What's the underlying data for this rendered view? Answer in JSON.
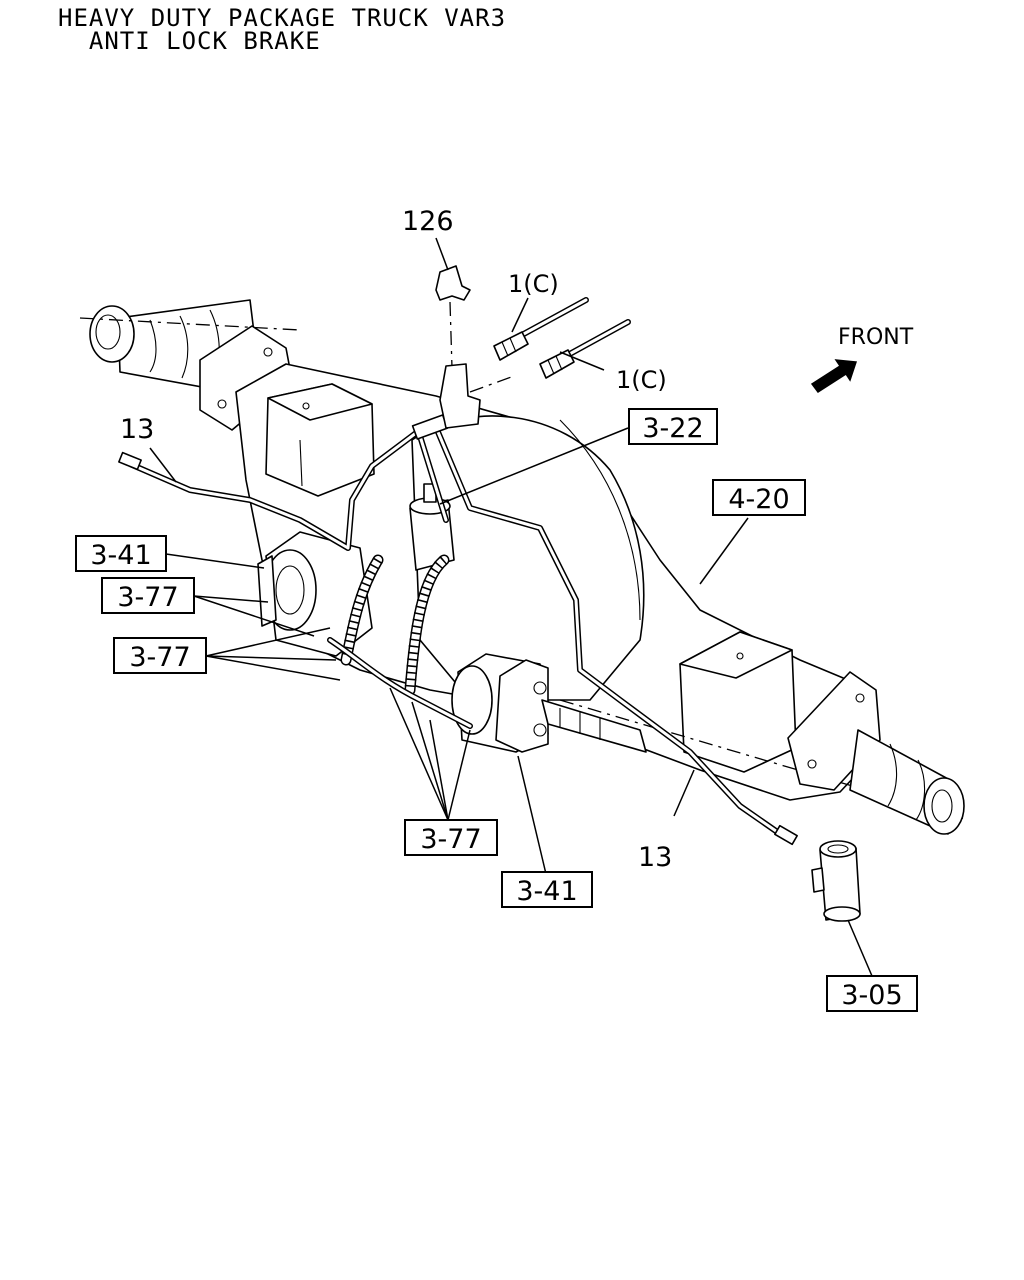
{
  "title_line1": "HEAVY DUTY PACKAGE TRUCK VAR3",
  "title_line2": "  ANTI LOCK BRAKE",
  "front_label": "FRONT",
  "callouts": [
    {
      "id": "c126",
      "text": "126",
      "boxed": false
    },
    {
      "id": "c1c_a",
      "text": "1(C)",
      "boxed": false
    },
    {
      "id": "c1c_b",
      "text": "1(C)",
      "boxed": false
    },
    {
      "id": "c13_a",
      "text": "13",
      "boxed": false
    },
    {
      "id": "c13_b",
      "text": "13",
      "boxed": false
    },
    {
      "id": "c322",
      "text": "3-22",
      "boxed": true
    },
    {
      "id": "c420",
      "text": "4-20",
      "boxed": true
    },
    {
      "id": "c341_a",
      "text": "3-41",
      "boxed": true
    },
    {
      "id": "c377_a",
      "text": "3-77",
      "boxed": true
    },
    {
      "id": "c377_b",
      "text": "3-77",
      "boxed": true
    },
    {
      "id": "c377_c",
      "text": "3-77",
      "boxed": true
    },
    {
      "id": "c341_b",
      "text": "3-41",
      "boxed": true
    },
    {
      "id": "c305",
      "text": "3-05",
      "boxed": true
    }
  ]
}
